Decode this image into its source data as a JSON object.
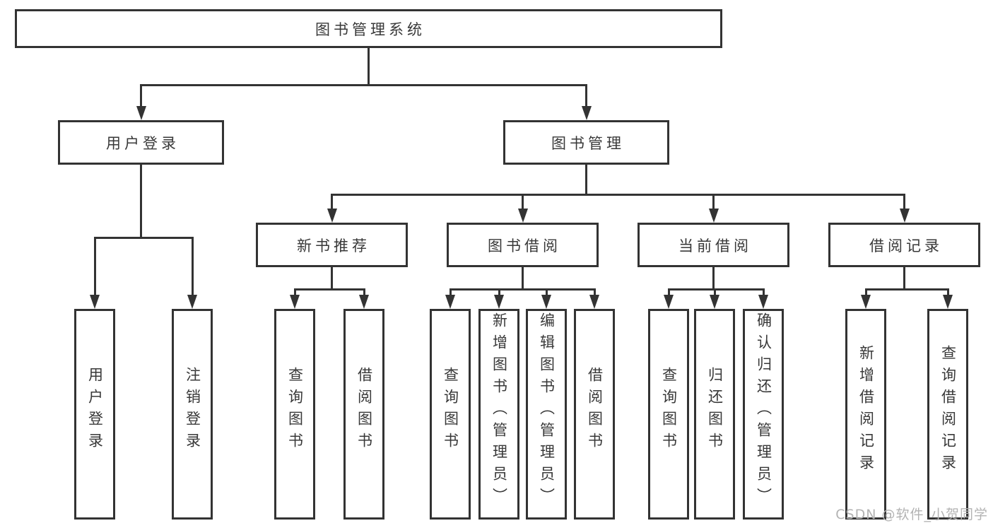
{
  "diagram": {
    "type": "tree",
    "title": "图书管理系统",
    "watermark": "CSDN @软件_小贺同学",
    "colors": {
      "line": "#333333",
      "box_border": "#333333",
      "box_background": "#ffffff",
      "text": "#383838",
      "watermark": "#b3b3b3"
    },
    "nodes": [
      {
        "id": "root",
        "label": "图书管理系统"
      },
      {
        "id": "user-login",
        "label": "用户登录"
      },
      {
        "id": "book-mgmt",
        "label": "图书管理"
      },
      {
        "id": "new-book-rec",
        "label": "新书推荐"
      },
      {
        "id": "book-borrow",
        "label": "图书借阅"
      },
      {
        "id": "current-borrow",
        "label": "当前借阅"
      },
      {
        "id": "borrow-records",
        "label": "借阅记录"
      },
      {
        "id": "leaf-user-login",
        "label": "用户登录"
      },
      {
        "id": "leaf-logout",
        "label": "注销登录"
      },
      {
        "id": "leaf-query-book-1",
        "label": "查询图书"
      },
      {
        "id": "leaf-borrow-book-1",
        "label": "借阅图书"
      },
      {
        "id": "leaf-query-book-2",
        "label": "查询图书"
      },
      {
        "id": "leaf-add-book",
        "label": "新增图书（管理员）"
      },
      {
        "id": "leaf-edit-book",
        "label": "编辑图书（管理员）"
      },
      {
        "id": "leaf-borrow-book-2",
        "label": "借阅图书"
      },
      {
        "id": "leaf-query-book-3",
        "label": "查询图书"
      },
      {
        "id": "leaf-return-book",
        "label": "归还图书"
      },
      {
        "id": "leaf-confirm-return",
        "label": "确认归还（管理员）"
      },
      {
        "id": "leaf-add-borrow-record",
        "label": "新增借阅记录"
      },
      {
        "id": "leaf-query-borrow-record",
        "label": "查询借阅记录"
      }
    ],
    "edges": [
      {
        "from": "root",
        "to": [
          "user-login",
          "book-mgmt"
        ]
      },
      {
        "from": "user-login",
        "to": [
          "leaf-user-login",
          "leaf-logout"
        ]
      },
      {
        "from": "book-mgmt",
        "to": [
          "new-book-rec",
          "book-borrow",
          "current-borrow",
          "borrow-records"
        ]
      },
      {
        "from": "new-book-rec",
        "to": [
          "leaf-query-book-1",
          "leaf-borrow-book-1"
        ]
      },
      {
        "from": "book-borrow",
        "to": [
          "leaf-query-book-2",
          "leaf-add-book",
          "leaf-edit-book",
          "leaf-borrow-book-2"
        ]
      },
      {
        "from": "current-borrow",
        "to": [
          "leaf-query-book-3",
          "leaf-return-book",
          "leaf-confirm-return"
        ]
      },
      {
        "from": "borrow-records",
        "to": [
          "leaf-add-borrow-record",
          "leaf-query-borrow-record"
        ]
      }
    ]
  }
}
